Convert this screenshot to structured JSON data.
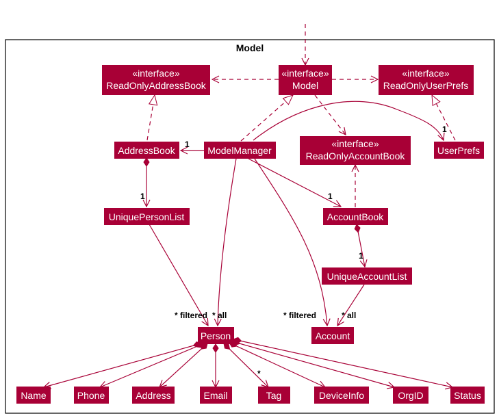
{
  "package": {
    "title": "Model"
  },
  "colors": {
    "box_fill": "#A80036",
    "line": "#A80036",
    "text": "#FFFFFF",
    "frame": "#000000"
  },
  "classes": {
    "readonly_address_book": {
      "stereotype": "«interface»",
      "name": "ReadOnlyAddressBook"
    },
    "model": {
      "stereotype": "«interface»",
      "name": "Model"
    },
    "readonly_user_prefs": {
      "stereotype": "«interface»",
      "name": "ReadOnlyUserPrefs"
    },
    "address_book": {
      "name": "AddressBook"
    },
    "model_manager": {
      "name": "ModelManager"
    },
    "readonly_account_book": {
      "stereotype": "«interface»",
      "name": "ReadOnlyAccountBook"
    },
    "user_prefs": {
      "name": "UserPrefs"
    },
    "unique_person_list": {
      "name": "UniquePersonList"
    },
    "account_book": {
      "name": "AccountBook"
    },
    "unique_account_list": {
      "name": "UniqueAccountList"
    },
    "person": {
      "name": "Person"
    },
    "account": {
      "name": "Account"
    },
    "name": {
      "name": "Name"
    },
    "phone": {
      "name": "Phone"
    },
    "address": {
      "name": "Address"
    },
    "email": {
      "name": "Email"
    },
    "tag": {
      "name": "Tag"
    },
    "device_info": {
      "name": "DeviceInfo"
    },
    "org_id": {
      "name": "OrgID"
    },
    "status": {
      "name": "Status"
    }
  },
  "multiplicities": {
    "mm_to_address_book": "1",
    "mm_to_user_prefs": "1",
    "ab_to_unique_person_list": "1",
    "mm_to_account_book": "1",
    "account_book_to_unique_account_list": "1",
    "person_filtered": "* filtered",
    "person_all": "* all",
    "account_filtered": "* filtered",
    "account_all": "* all",
    "tag": "*"
  }
}
